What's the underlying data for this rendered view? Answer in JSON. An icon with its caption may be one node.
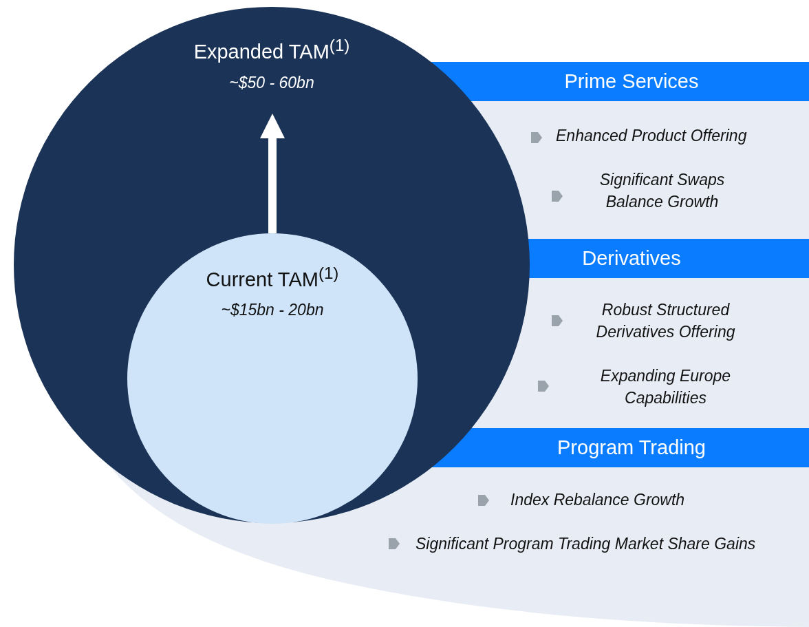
{
  "diagram": {
    "nodes": [
      {
        "text": [
          "Expanded TAM$^{(1)}$",
          "~$50 - 60bn"
        ]
      },
      {
        "text": [
          "Current TAM$^{(1)}$",
          "~$15bn - 20bn"
        ],
        "in": 0
      },
      {
        "text": [
          "Prime Services",
          "Enhanced Product Offering",
          "Significant Swaps Balance Growth"
        ]
      },
      {
        "text": [
          "Derivatives",
          "Robust Structured Derivatives Offering",
          "Expanding Europe Capabilities"
        ]
      },
      {
        "text": [
          "Program Trading",
          "Index Rebalance Growth",
          "Significant Program Trading Market Share Gains"
        ]
      }
    ]
  }
}
